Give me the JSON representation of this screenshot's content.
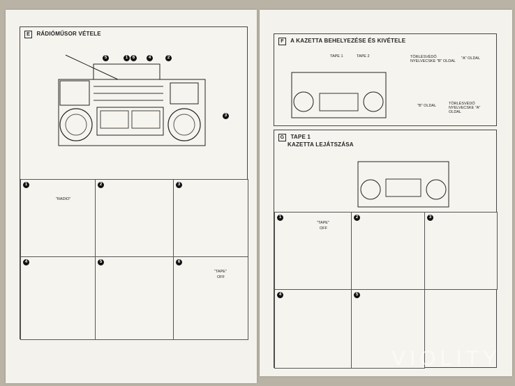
{
  "left_page": {
    "section_letter": "E",
    "section_title": "RÁDIÓMŰSOR VÉTELE",
    "callouts": [
      "5",
      "1",
      "6",
      "4",
      "2",
      "3"
    ],
    "steps": [
      {
        "n": "1",
        "label": "\"RADIO\""
      },
      {
        "n": "2",
        "label": ""
      },
      {
        "n": "3",
        "label": ""
      },
      {
        "n": "4",
        "label": ""
      },
      {
        "n": "5",
        "label": ""
      },
      {
        "n": "6",
        "label": "\"TAPE\"",
        "sub": "OFF"
      }
    ]
  },
  "right_page": {
    "sectionF": {
      "letter": "F",
      "title": "A KAZETTA BEHELYEZÉSE ÉS KIVÉTELE",
      "tape1": "TAPE 1",
      "tape2": "TAPE 2",
      "label_torlesvedo1": "TÖRLÉSVÉDŐ NYELVECSKE \"B\" OLDAL",
      "label_a_oldal": "\"A\" OLDAL",
      "label_b_oldal": "\"B\" OLDAL",
      "label_torlesvedo2": "TÖRLÉSVÉDŐ NYELVECSKE \"A\" OLDAL"
    },
    "sectionG": {
      "letter": "G",
      "title1": "TAPE 1",
      "title2": "KAZETTA LEJÁTSZÁSA",
      "steps": [
        {
          "n": "1",
          "label": "\"TAPE\"",
          "sub": "OFF"
        },
        {
          "n": "2",
          "label": ""
        },
        {
          "n": "3",
          "label": ""
        },
        {
          "n": "4",
          "label": ""
        },
        {
          "n": "5",
          "label": ""
        }
      ]
    }
  },
  "watermark": "VIOLITY"
}
